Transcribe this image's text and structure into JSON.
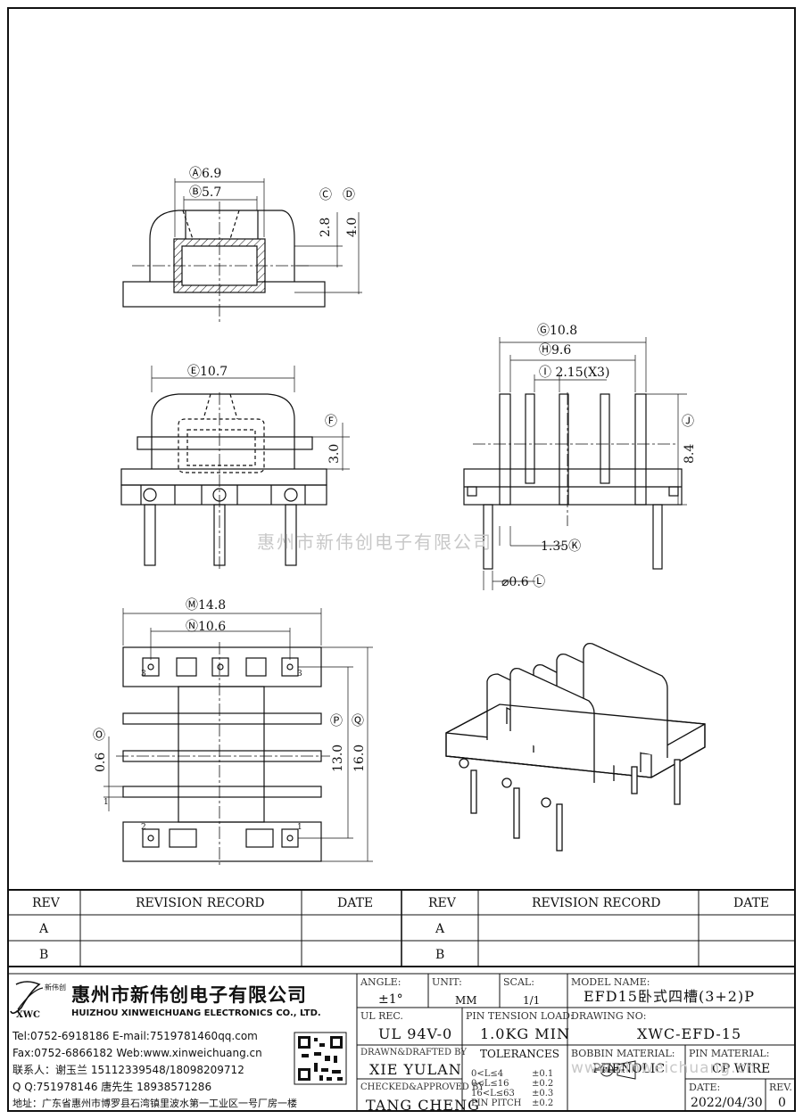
{
  "watermark_top": "惠州市新伟创电子有限公司",
  "watermark_bottom": "www.xinweichuang.cn",
  "dimensions": {
    "a": "Ⓐ6.9",
    "b": "Ⓑ5.7",
    "c_label": "Ⓒ",
    "d_label": "Ⓓ",
    "c_val": "2.8",
    "d_val": "4.0",
    "e": "Ⓔ10.7",
    "f_label": "Ⓕ",
    "f_val": "3.0",
    "g": "Ⓖ10.8",
    "h": "Ⓗ9.6",
    "i": "Ⓘ 2.15(X3)",
    "j_label": "Ⓙ",
    "j_val": "8.4",
    "k": "1.35Ⓚ",
    "l": "⌀0.6 Ⓛ",
    "m": "Ⓜ14.8",
    "n": "Ⓝ10.6",
    "o_label": "Ⓞ",
    "o_val": "0.6",
    "p_label": "Ⓟ",
    "p_val": "13.0",
    "q_label": "Ⓠ",
    "q_val": "16.0",
    "pin3a": "3",
    "pin3b": "3",
    "pin2": "2",
    "pin1": "1",
    "side_mark": "1"
  },
  "revision_table": {
    "headers": [
      "REV",
      "REVISION RECORD",
      "DATE",
      "REV",
      "REVISION RECORD",
      "DATE"
    ],
    "rows": [
      [
        "A",
        "",
        "",
        "A",
        "",
        ""
      ],
      [
        "B",
        "",
        "",
        "B",
        "",
        ""
      ]
    ]
  },
  "company": {
    "name_cn": "惠州市新伟创电子有限公司",
    "name_en": "HUIZHOU XINWEICHUANG ELECTRONICS CO., LTD.",
    "logo_text": "XWC",
    "logo_sub": "新伟创",
    "tel_line": "Tel:0752-6918186 E-mail:7519781460qq.com",
    "fax_line": "Fax:0752-6866182 Web:www.xinweichuang.cn",
    "contact_line": "联系人：谢玉兰 15112339548/18098209712",
    "qq_line": "Q Q:751978146    唐先生 18938571286",
    "address_line": "地址：广东省惠州市博罗县石湾镇里波水第一工业区一号厂房一楼"
  },
  "title_block": {
    "angle_label": "ANGLE:",
    "angle_val": "±1°",
    "unit_label": "UNIT:",
    "unit_val": "MM",
    "scal_label": "SCAL:",
    "scal_val": "1/1",
    "model_label": "MODEL NAME:",
    "model_val": "EFD15卧式四槽(3+2)P",
    "ul_label": "UL REC.",
    "ul_val": "UL 94V-0",
    "pin_tension_label": "PIN TENSION LOAD:",
    "pin_tension_val": "1.0KG MIN",
    "drawing_label": "DRAWING NO:",
    "drawing_val": "XWC-EFD-15",
    "drawn_label": "DRAWN&DRAFTED BY",
    "drawn_val": "XIE YULAN",
    "tolerances_label": "TOLERANCES",
    "tol_rows": [
      [
        "0<L≤4",
        "±0.1"
      ],
      [
        "0<L≤16",
        "±0.2"
      ],
      [
        "16<L≤63",
        "±0.3"
      ],
      [
        "PIN PITCH",
        "±0.2"
      ]
    ],
    "bobbin_label": "BOBBIN MATERIAL:",
    "bobbin_val": "PHENOLIC",
    "pin_mat_label": "PIN MATERIAL:",
    "pin_mat_val": "CP WIRE",
    "checked_label": "CHECKED&APPROVED BY",
    "checked_val": "TANG CHENG",
    "date_label": "DATE:",
    "date_val": "2022/04/30",
    "rev_label": "REV.",
    "rev_val": "0"
  }
}
